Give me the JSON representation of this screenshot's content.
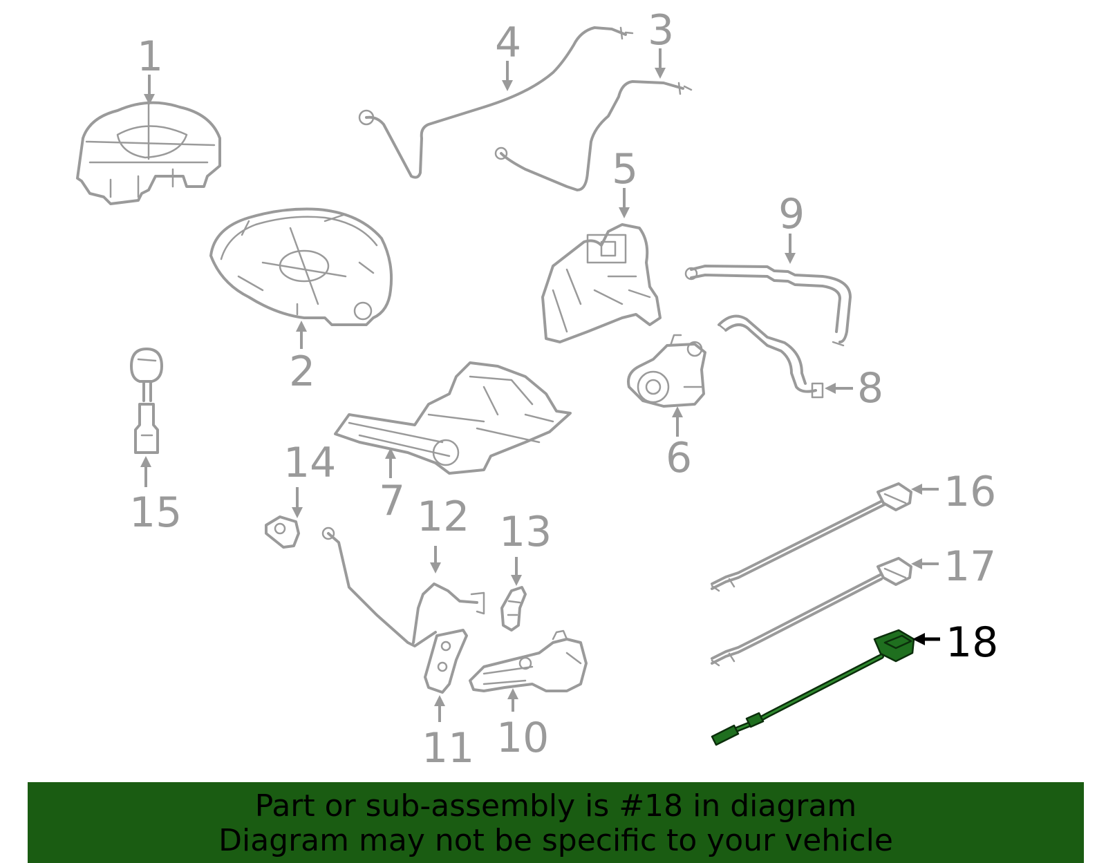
{
  "diagram": {
    "callouts": [
      "1",
      "2",
      "3",
      "4",
      "5",
      "6",
      "7",
      "8",
      "9",
      "10",
      "11",
      "12",
      "13",
      "14",
      "15",
      "16",
      "17",
      "18"
    ],
    "highlighted_callout": "18",
    "highlight_color": "#1f6f1f",
    "part_color": "#9a9a9a"
  },
  "banner": {
    "line1": "Part or sub-assembly is #18 in diagram",
    "line2": "Diagram may not be specific to your vehicle",
    "background": "#1a5c12"
  }
}
